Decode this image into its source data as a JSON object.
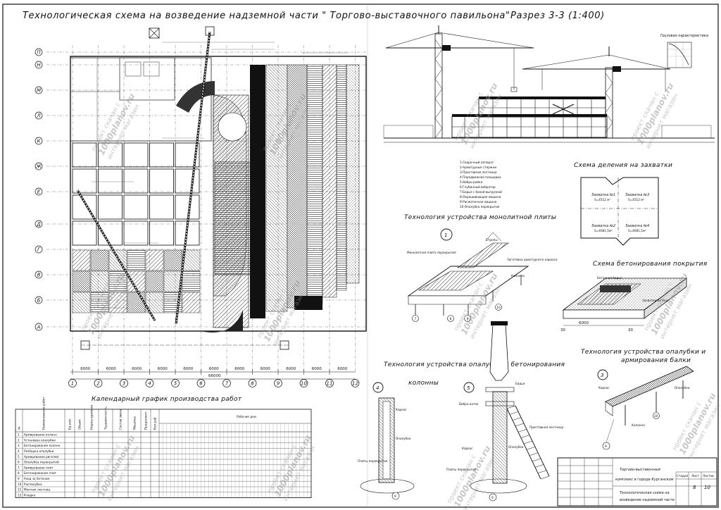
{
  "header": {
    "main_title": "Технологическая схема на возведение надземной части \" Торгово-выставочного павильона\"",
    "section_title": "Разрез 3-3 (1:400)"
  },
  "plan": {
    "col_axes": [
      "1",
      "2",
      "3",
      "4",
      "5",
      "6",
      "7",
      "8",
      "9",
      "10",
      "11",
      "12"
    ],
    "row_axes": [
      "П",
      "Н",
      "М",
      "Л",
      "К",
      "Ж",
      "Е",
      "Д",
      "Г",
      "В",
      "Б",
      "А"
    ],
    "span_dims": [
      "6000",
      "6000",
      "6000",
      "6000",
      "6000",
      "6000",
      "6000",
      "6000",
      "6000",
      "6000",
      "6000"
    ],
    "overall_dim": "66000"
  },
  "section": {
    "cargo_title": "Грузовая характеристика",
    "legend": [
      "1-Сварочный аппарат",
      "2-Арматурные стержни",
      "3-Приставная лестница",
      "4-Передвижная площадка",
      "5-Вибро-рейка",
      "6-Глубинный вибратор",
      "7-Бадья с бокой выгрузкой",
      "8-Окрашивающая машина",
      "9-Расжатичная машина",
      "10-Опалубка перекрытия"
    ]
  },
  "zones": {
    "title": "Схема деления на захватки",
    "labels": [
      "Захватка №1",
      "Захватка №3",
      "Захватка №2",
      "Захватка №4"
    ],
    "areas": [
      "S=4512 м²",
      "S=4512 м²",
      "S=4681,5м²",
      "S=4681,5м²"
    ]
  },
  "concrete_scheme": {
    "title": "Схема бетонирования покрытия",
    "bucket_label": "Бетонная бадья",
    "zone_label": "Захватки бетона",
    "dim": "6000",
    "side_dim_left": "30",
    "side_dim_right": "30"
  },
  "slab": {
    "title": "Технология устройства монолитной плиты",
    "number": "1",
    "labels": [
      "Монолитная плита перекрытия",
      "Стропы",
      "Заготовка арматурного каркаса",
      "Колонна"
    ],
    "callouts": [
      "7",
      "8",
      "9",
      "10"
    ]
  },
  "formwork_beam": {
    "title": "Технология устройства опалубки и армирования балки",
    "number": "3",
    "labels": [
      "Каркас",
      "Опалубка",
      "Колонна"
    ],
    "callouts": [
      "10",
      "9"
    ]
  },
  "formwork_column": {
    "title": "Технология устройства опалубки и бетонирования",
    "subtitle": "колонны",
    "num_left": "4",
    "num_mid": "5",
    "labels": [
      "Каркас",
      "Опалубка",
      "Плиты перекрытия",
      "Бадья",
      "Вибро-каток",
      "Приставная лестница",
      "Каркас",
      "Опалубка",
      "Плиты перекрытия"
    ],
    "callouts": [
      "9",
      "9"
    ]
  },
  "calendar": {
    "title": "Календарный график производства работ",
    "columns": [
      "№",
      "Наименование работ",
      "Ед.изм",
      "Объем",
      "Нормы времени",
      "Трудоем-кость",
      "Состав звена",
      "Машины",
      "Продолжит.",
      "Кол.раб",
      "Рабочие дни"
    ],
    "rows": [
      [
        "1",
        "Армирование колонн"
      ],
      [
        "2",
        "Установка опалубки"
      ],
      [
        "3",
        "Бетонирование колонн"
      ],
      [
        "4",
        "Разборка опалубки"
      ],
      [
        "5",
        "Армирование ригелей"
      ],
      [
        "6",
        "Опалубка перекрытий"
      ],
      [
        "7",
        "Армирование плит"
      ],
      [
        "8",
        "Бетонирование плит"
      ],
      [
        "9",
        "Уход за бетоном"
      ],
      [
        "10",
        "Распалубка"
      ],
      [
        "11",
        "Монтаж лестниц"
      ],
      [
        "12",
        "Кладка"
      ]
    ]
  },
  "stamp": {
    "line1": "Торгово-выставочный",
    "line2": "комплекс в городе Курганском",
    "line3": "Технологическая схема на",
    "line4": "возведение надземной части",
    "stage_label": "Стадия",
    "sheet_label": "Лист",
    "sheets_label": "Листов",
    "sheet": "8",
    "sheets": "10"
  },
  "watermark": {
    "line1": "проект скачан с",
    "line2": "1000planov.ru",
    "line3": "интернет магазин"
  }
}
